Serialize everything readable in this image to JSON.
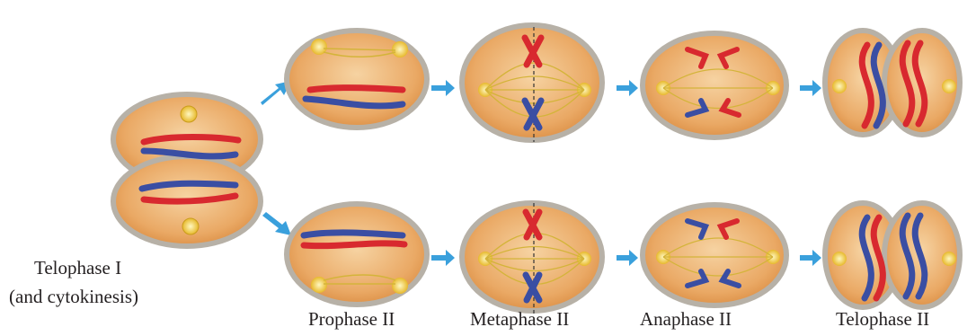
{
  "diagram": {
    "stage_labels": {
      "telophase1_line1": "Telophase I",
      "telophase1_line2": "(and cytokinesis)",
      "prophase2": "Prophase II",
      "metaphase2": "Metaphase II",
      "anaphase2": "Anaphase II",
      "telophase2": "Telophase II"
    },
    "colors": {
      "cell_fill": "#e9a65f",
      "cell_light": "#f6d3a2",
      "cell_border": "#b9b3a9",
      "maternal_chromosome": "#d8292f",
      "paternal_chromosome": "#3a4ea3",
      "spindle": "#d4b43a",
      "centrosome": "#f2d64a",
      "arrow": "#3aa0dc"
    }
  }
}
